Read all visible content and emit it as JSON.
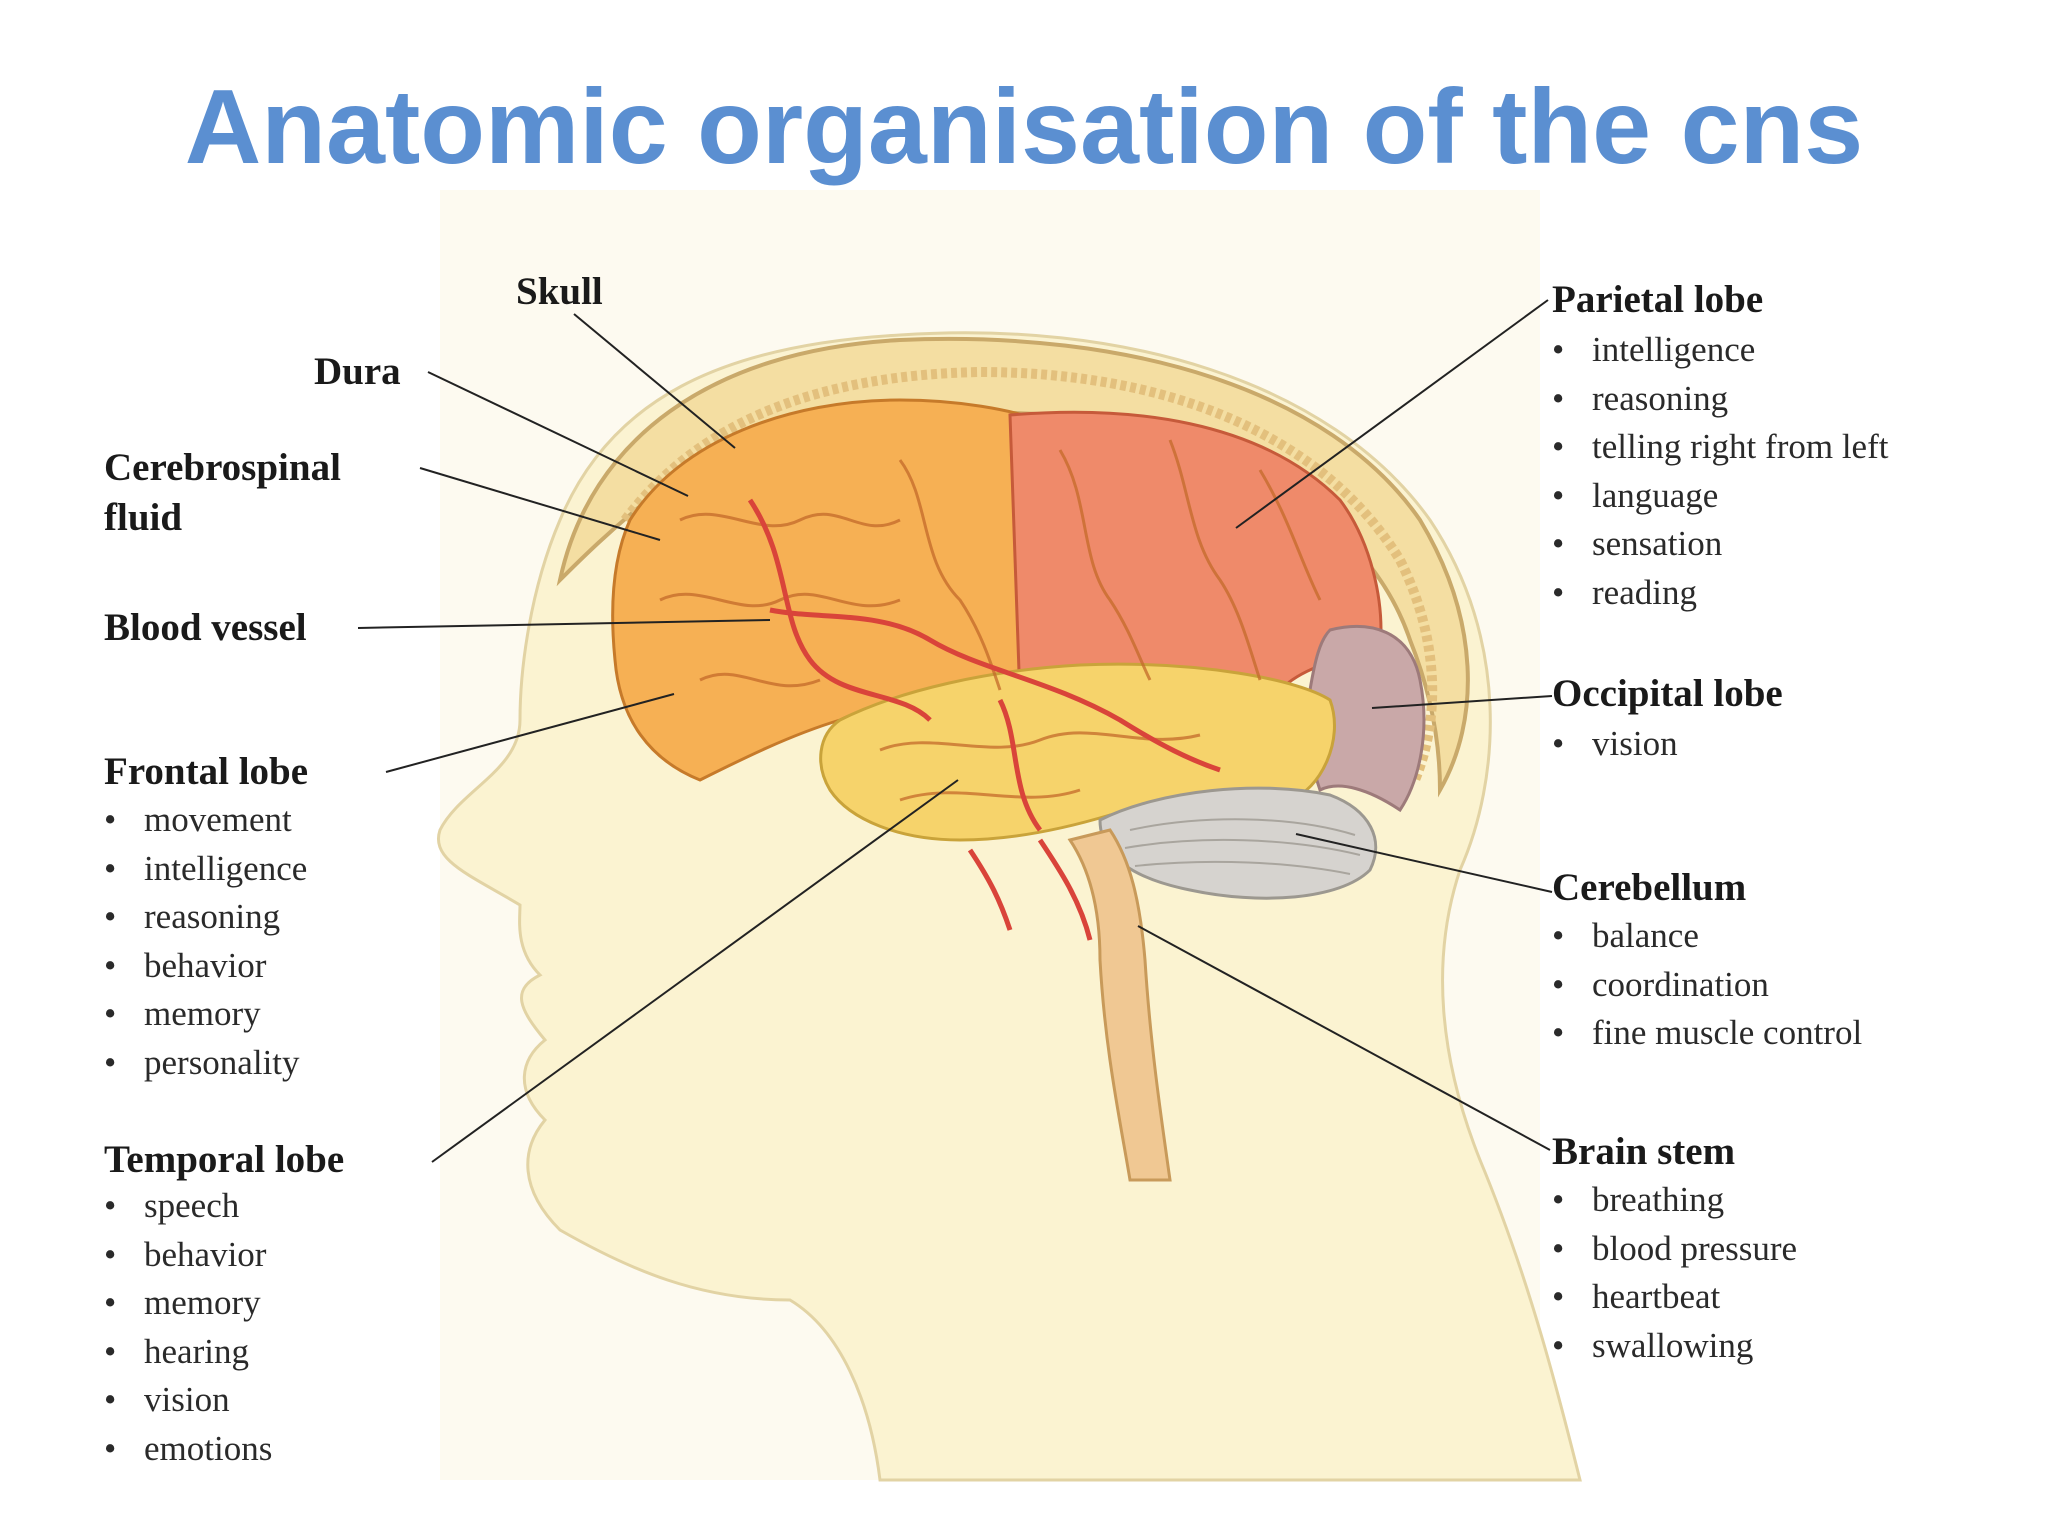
{
  "title": "Anatomic organisation of the cns",
  "colors": {
    "title": "#5b8fd1",
    "skin": "#fbf3d1",
    "skull": "#f4dea2",
    "cerebrum_front": "#f6b054",
    "cerebrum_parietal": "#ef8a6a",
    "temporal": "#f6d36b",
    "occipital": "#c9a8a8",
    "cerebellum": "#d6d3cf",
    "vessel": "#d9443a"
  },
  "labels": {
    "skull": "Skull",
    "dura": "Dura",
    "csf_line1": "Cerebrospinal",
    "csf_line2": "fluid",
    "blood_vessel": "Blood vessel"
  },
  "lobes": {
    "frontal": {
      "name": "Frontal lobe",
      "functions": [
        "movement",
        "intelligence",
        "reasoning",
        "behavior",
        "memory",
        "personality"
      ]
    },
    "temporal": {
      "name": "Temporal lobe",
      "functions": [
        "speech",
        "behavior",
        "memory",
        "hearing",
        "vision",
        "emotions"
      ]
    },
    "parietal": {
      "name": "Parietal lobe",
      "functions": [
        "intelligence",
        "reasoning",
        "telling right from left",
        "language",
        "sensation",
        "reading"
      ]
    },
    "occipital": {
      "name": "Occipital lobe",
      "functions": [
        "vision"
      ]
    },
    "cerebellum": {
      "name": "Cerebellum",
      "functions": [
        "balance",
        "coordination",
        "fine muscle control"
      ]
    },
    "brain_stem": {
      "name": "Brain stem",
      "functions": [
        "breathing",
        "blood pressure",
        "heartbeat",
        "swallowing"
      ]
    }
  }
}
